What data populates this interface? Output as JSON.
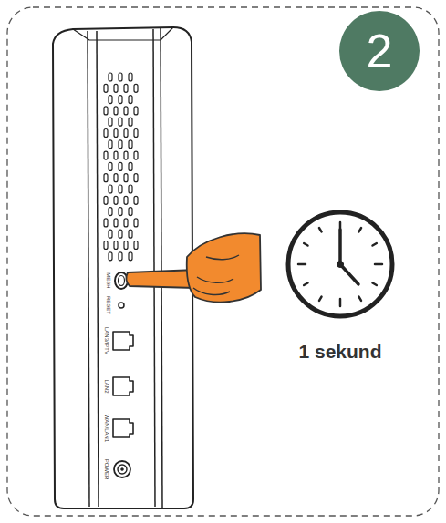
{
  "diagram": {
    "nodes": [
      {
        "text": [
          "2"
        ]
      }
    ],
    "labels": [
      "MESH",
      "RESET",
      "LAN3/IPTV",
      "LAN2",
      "WAN/LAN1",
      "POWER",
      "1 sekund"
    ]
  }
}
